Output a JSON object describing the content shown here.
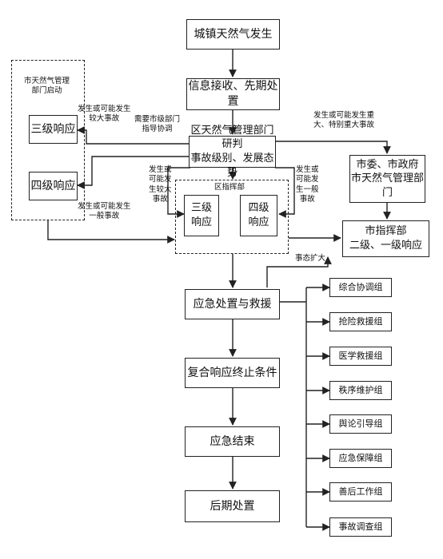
{
  "nodes": {
    "start": "城镇天然气发生",
    "receive": "信息接收、先期处置",
    "district_judge": "区天然气管理部门研判\n事故级别、发展态势",
    "level3_city": "三级响应",
    "level4_city": "四级响应",
    "city_gov": "市委、市政府\n市天然气管理部门",
    "district_level3": "三级\n响应",
    "district_level4": "四级\n响应",
    "city_hq": "市指挥部\n二级、一级响应",
    "rescue": "应急处置与救援",
    "terminate_cond": "复合响应终止条件",
    "end": "应急结束",
    "aftermath": "后期处置"
  },
  "groups": {
    "city_start": "市天然气管理\n部门启动",
    "district_hq": "区指挥部"
  },
  "edge_labels": {
    "major_left": "发生或可能发生\n较大事故",
    "need_city": "需要市级部门\n指导协调",
    "serious": "发生或可能发生重\n大、特别重大事故",
    "general_left": "发生或可能发生\n一般事故",
    "district_major": "发生或\n可能发\n生较大\n事故",
    "district_general": "发生或\n可能发\n生一般\n事故",
    "expand": "事态扩大"
  },
  "teams": [
    "综合协调组",
    "抢险救援组",
    "医学救援组",
    "秩序维护组",
    "舆论引导组",
    "应急保障组",
    "善后工作组",
    "事故调查组"
  ]
}
